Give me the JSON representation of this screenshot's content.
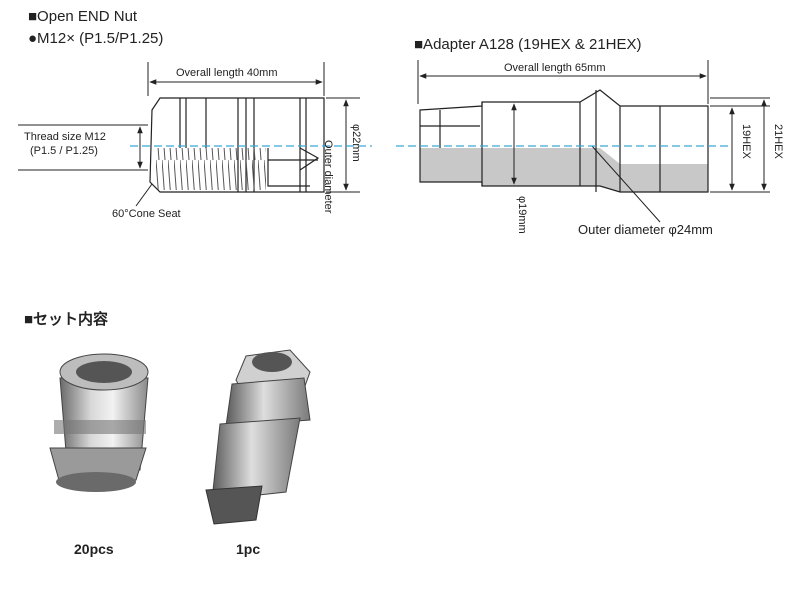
{
  "nut": {
    "title": "■Open END Nut",
    "thread_spec": "●M12× (P1.5/P1.25)",
    "overall_length": "Overall length 40mm",
    "thread_size_line1": "Thread size M12",
    "thread_size_line2": "(P1.5 / P1.25)",
    "outer_diameter_label": "Outer diameter",
    "outer_diameter_value": "φ22mm",
    "cone_seat": "60°Cone Seat"
  },
  "adapter": {
    "title": "■Adapter A128 (19HEX & 21HEX)",
    "overall_length": "Overall length 65mm",
    "hex19": "19HEX",
    "hex21": "21HEX",
    "inner_diameter": "φ19mm",
    "outer_diameter": "Outer diameter φ24mm"
  },
  "set": {
    "title": "■セット内容",
    "items": [
      {
        "label": "20pcs",
        "icon": "lug-nut-photo"
      },
      {
        "label": "1pc",
        "icon": "adapter-key-photo"
      }
    ]
  },
  "colors": {
    "centerline": "#3aa6d8",
    "hatch": "#c8c8c8",
    "metal_light": "#e4e4e4",
    "metal_dark": "#8a8a8a"
  }
}
